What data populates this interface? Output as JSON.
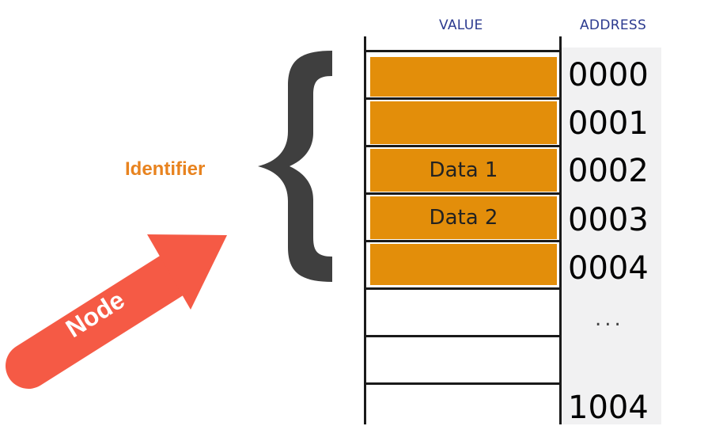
{
  "headers": {
    "value": "VALUE",
    "address": "ADDRESS"
  },
  "identifier_label": "Identifier",
  "node_label": "Node",
  "cells": [
    {
      "label": ""
    },
    {
      "label": ""
    },
    {
      "label": "Data 1"
    },
    {
      "label": "Data 2"
    },
    {
      "label": ""
    }
  ],
  "addresses": [
    "0000",
    "0001",
    "0002",
    "0003",
    "0004"
  ],
  "ellipsis": "...",
  "last_address": "1004",
  "colors": {
    "cell_fill": "#e38e0a",
    "identifier_text": "#e8831f",
    "arrow": "#f55a45",
    "brace": "#3f3f3f",
    "header_text": "#2b3a8f"
  }
}
